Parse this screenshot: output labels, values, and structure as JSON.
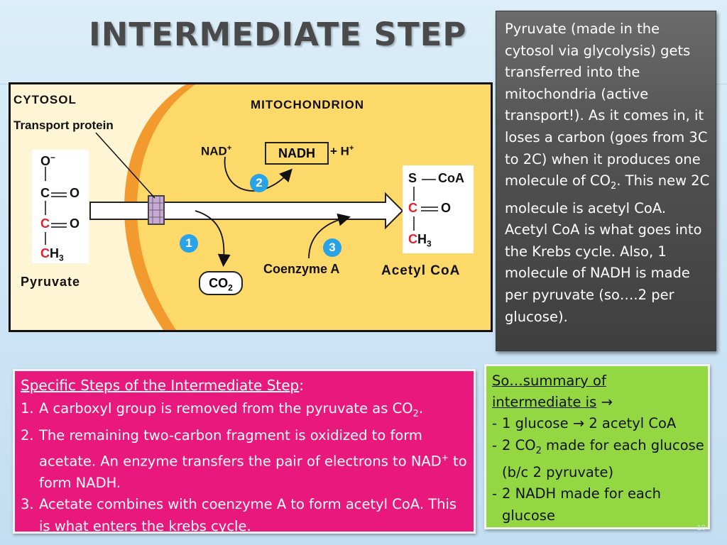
{
  "title": "INTERMEDIATE STEP",
  "diagram": {
    "cytosol": "CYTOSOL",
    "transport_protein": "Transport protein",
    "mitochondrion": "MITOCHONDRION",
    "nad_plus": "NAD",
    "nad_plus_sup": "+",
    "nadh": "NADH",
    "h_plus": "+ H",
    "h_plus_sup": "+",
    "step_numbers": [
      "1",
      "2",
      "3"
    ],
    "co2": "CO",
    "co2_sub": "2",
    "coenzyme_a": "Coenzyme A",
    "acetyl_coa": "Acetyl CoA",
    "pyruvate": "Pyruvate",
    "pyruvate_molecule": {
      "o_minus": "O",
      "o_minus_sup": "−",
      "c1": "C",
      "o1": "O",
      "c2": "C",
      "o2": "O",
      "c3": "C",
      "h3": "H",
      "h3_sub": "3"
    },
    "acetyl_molecule": {
      "s": "S",
      "coa": "CoA",
      "c1": "C",
      "o1": "O",
      "c2": "C",
      "h3": "H",
      "h3_sub": "3"
    },
    "colors": {
      "mito_fill": "#fdd96a",
      "membrane": "#f29a2e",
      "cytosol": "#fdf5d4",
      "step_circle": "#29a3e6",
      "red_carbon": "#e2202f"
    }
  },
  "info_panel": {
    "part1": "Pyruvate (made in the cytosol via glycolysis) gets transferred into the mitochondria (active transport!).  As it comes in, it loses a carbon (goes from 3C to 2C) when it produces one molecule of CO",
    "sub": "2",
    "part2": ".  This new 2C molecule is acetyl CoA.  Acetyl CoA is what goes into the Krebs cycle.  Also, 1 molecule of NADH is made per pyruvate (so….2 per glucose)."
  },
  "steps_panel": {
    "heading": "Specific Steps of the Intermediate Step",
    "heading_suffix": ":",
    "steps": [
      {
        "n": "1.",
        "text": "A carboxyl group is removed from the pyruvate as CO",
        "sub": "2",
        "end": "."
      },
      {
        "n": "2.",
        "text": "The remaining two-carbon fragment is oxidized to form acetate. An enzyme transfers the pair of electrons to NAD",
        "sup": "+",
        "end": " to form NADH."
      },
      {
        "n": "3.",
        "text": "Acetate combines with coenzyme A to form acetyl CoA. This is what enters the krebs cycle."
      }
    ]
  },
  "summary_panel": {
    "heading_line1": "So…summary of",
    "heading_line2": "intermediate is",
    "arrow": "→",
    "items": [
      {
        "dash": "-",
        "a": "1 glucose ",
        "arrow": "→",
        "b": " 2 acetyl CoA"
      },
      {
        "dash": "-",
        "a": "2 CO",
        "sub": "2",
        "b": " made for each glucose (b/c 2 pyruvate)"
      },
      {
        "dash": "-",
        "a": "2 NADH made for each glucose"
      }
    ]
  },
  "page_number": "10"
}
